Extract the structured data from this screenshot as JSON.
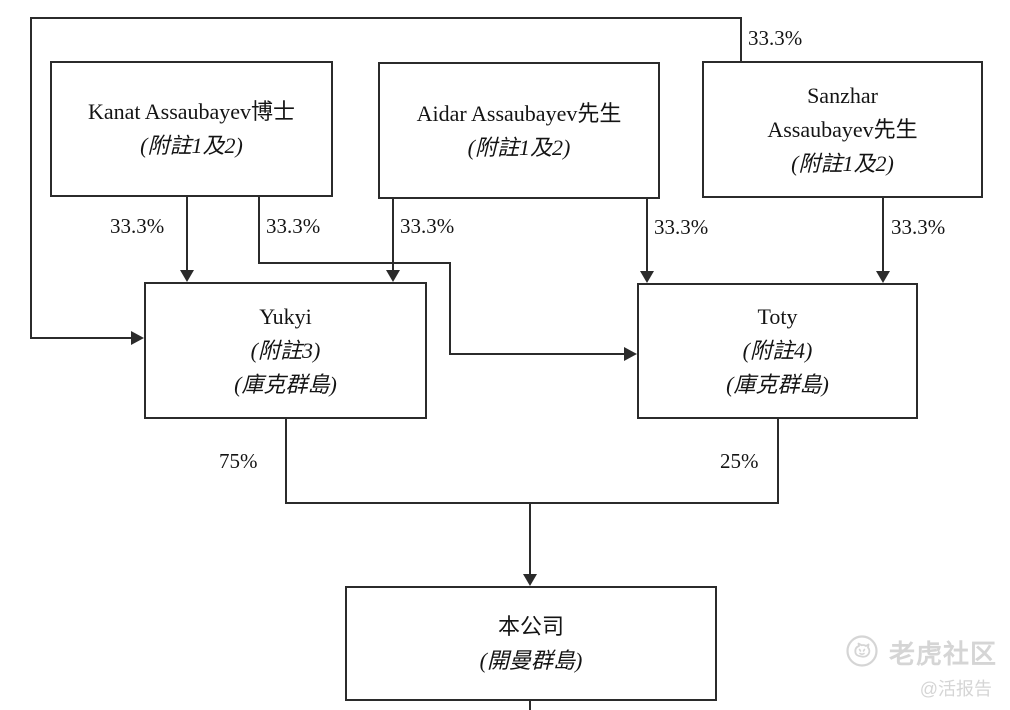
{
  "colors": {
    "line": "#2b2b2b",
    "text": "#141414",
    "watermark": "#d5d5d5",
    "background": "#ffffff"
  },
  "diagram": {
    "nodes": {
      "kanat": {
        "name": "Kanat Assaubayev博士",
        "note": "(附註1及2)"
      },
      "aidar": {
        "name": "Aidar Assaubayev先生",
        "note": "(附註1及2)"
      },
      "sanzhar": {
        "name_line1": "Sanzhar",
        "name_line2": "Assaubayev先生",
        "note": "(附註1及2)"
      },
      "yukyi": {
        "name": "Yukyi",
        "note": "(附註3)",
        "location": "(庫克群島)"
      },
      "toty": {
        "name": "Toty",
        "note": "(附註4)",
        "location": "(庫克群島)"
      },
      "company": {
        "name": "本公司",
        "location": "(開曼群島)"
      }
    },
    "edge_labels": {
      "sanzhar_to_yukyi": "33.3%",
      "kanat_to_yukyi": "33.3%",
      "kanat_to_toty": "33.3%",
      "aidar_to_yukyi": "33.3%",
      "aidar_to_toty": "33.3%",
      "sanzhar_to_toty": "33.3%",
      "yukyi_to_company": "75%",
      "toty_to_company": "25%"
    }
  },
  "watermark": {
    "brand": "老虎社区",
    "handle": "@活报告",
    "logo": "tiger-circle-logo"
  }
}
